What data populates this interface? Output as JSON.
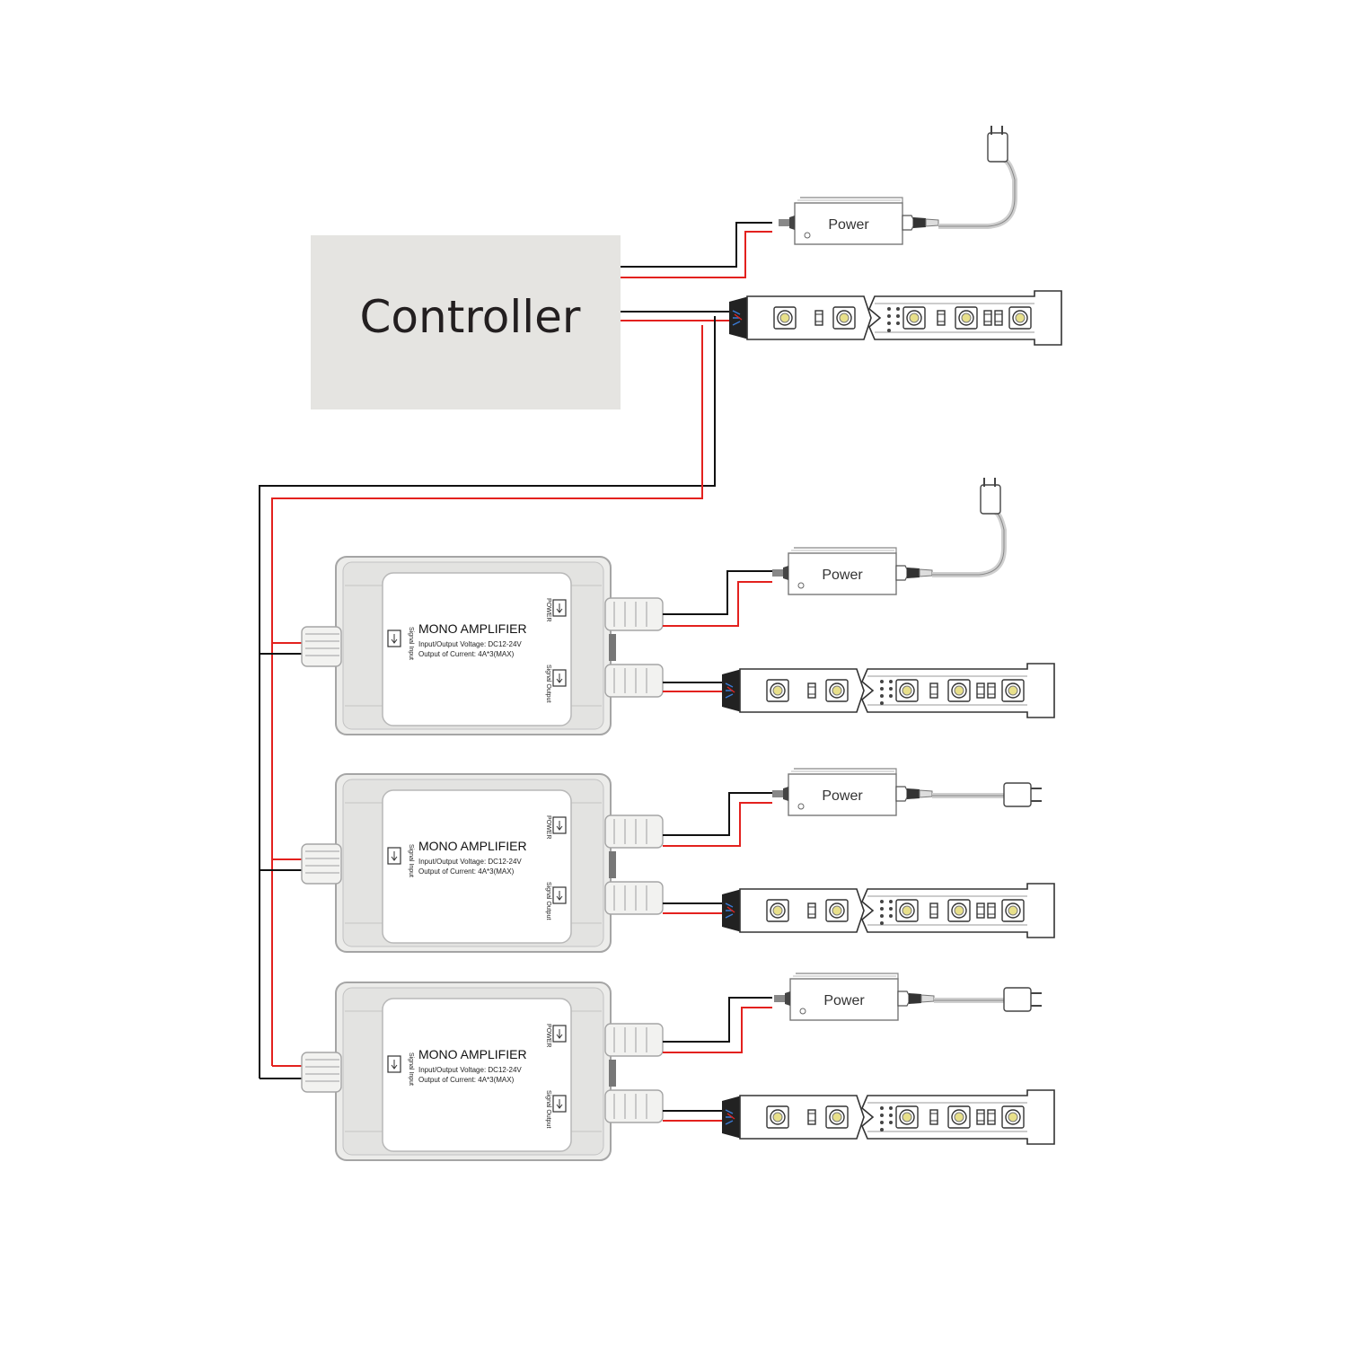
{
  "controller": {
    "label": "Controller"
  },
  "power_label": "Power",
  "amplifier": {
    "title": "MONO AMPLIFIER",
    "spec_voltage": "Input/Output Voltage: DC12-24V",
    "spec_current": "Output of Current: 4A*3(MAX)",
    "port_power": "POWER",
    "port_signal_input": "Signal Input",
    "port_signal_output": "Signal Output"
  },
  "colors": {
    "wire_red": "#e3211e",
    "wire_black": "#111111",
    "housing": "#e9e9e7",
    "outline": "#9a9a9a"
  }
}
